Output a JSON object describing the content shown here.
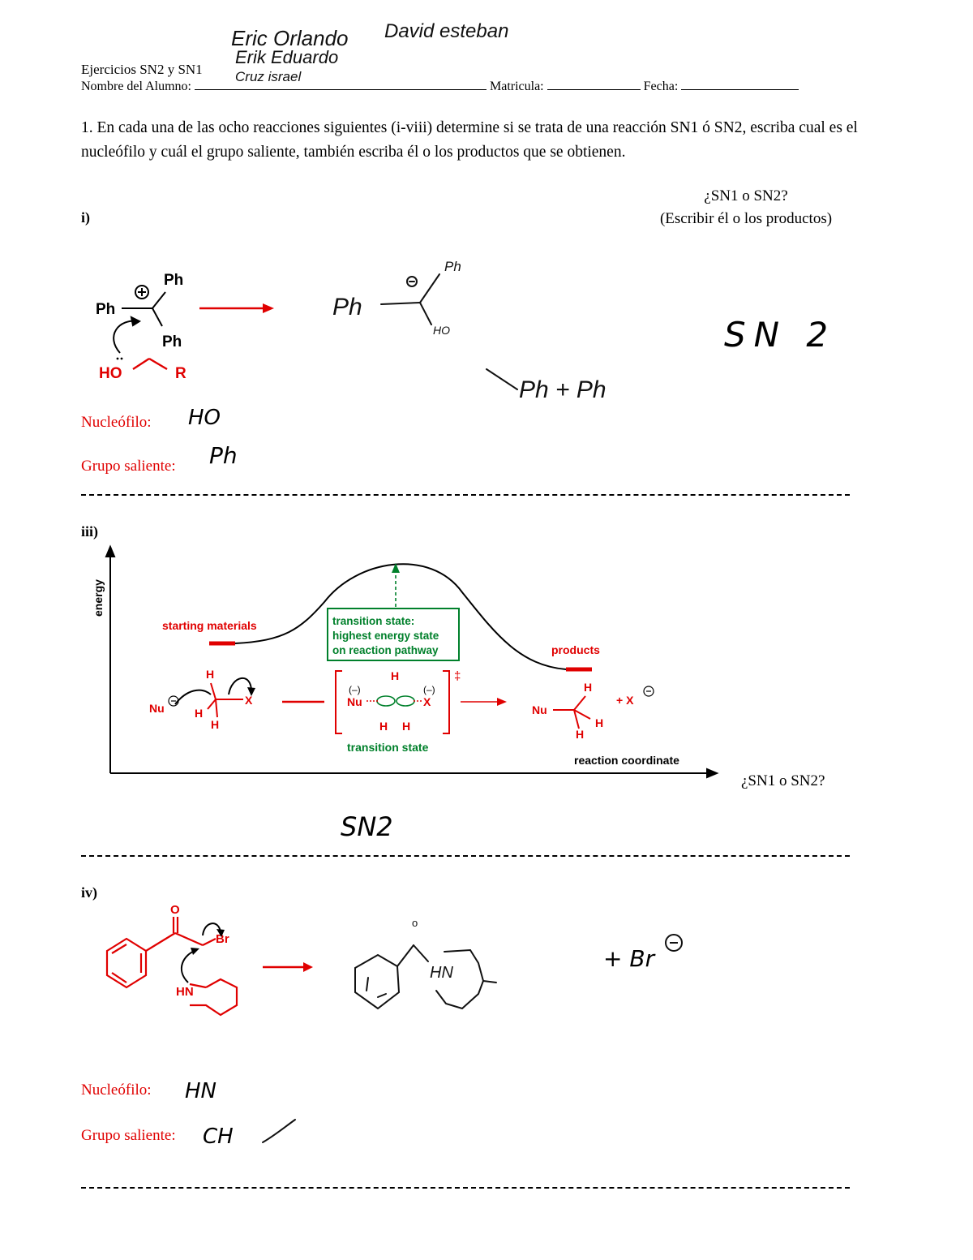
{
  "header": {
    "title": "Ejercicios SN2 y SN1",
    "name_label": "Nombre del Alumno:",
    "matricula_label": "Matricula:",
    "fecha_label": "Fecha:"
  },
  "handwritten_names": [
    "Eric Orlando",
    "David esteban",
    "Erik Eduardo",
    "Cruz israel"
  ],
  "question": {
    "text": "1. En cada una de las ocho reacciones siguientes (i-viii) determine si se trata de una reacción SN1 ó SN2, escriba cual es el nucleófilo y cuál el grupo saliente, también escriba él o los productos que se obtienen."
  },
  "section_i": {
    "label": "i)",
    "prompt_line1": "¿SN1 o SN2?",
    "prompt_line2": "(Escribir él o los productos)",
    "reactant": {
      "ph_top": "Ph",
      "ph_left": "Ph",
      "ph_bottom": "Ph",
      "ho": "HO",
      "r": "R"
    },
    "hw_product_ph": "Ph",
    "hw_product_ph2": "Ph",
    "hw_product_ho": "HO",
    "hw_answer": "SN 2",
    "hw_extra": "Ph + Ph",
    "nucleofilo_label": "Nucleófilo:",
    "nucleofilo_answer": "HO",
    "grupo_label": "Grupo saliente:",
    "grupo_answer": "Ph"
  },
  "section_iii": {
    "label": "iii)",
    "y_axis_label": "energy",
    "x_axis_label": "reaction coordinate",
    "starting_materials": "starting materials",
    "products": "products",
    "ts_box": [
      "transition state:",
      "highest energy state",
      "on reaction pathway"
    ],
    "ts_label": "transition state",
    "double_dagger": "‡",
    "nu": "Nu",
    "x": "X",
    "h": "H",
    "minus": "(–)",
    "plus_x": "+ X",
    "prompt": "¿SN1 o SN2?",
    "hw_answer": "SN2"
  },
  "section_iv": {
    "label": "iv)",
    "o": "O",
    "br": "Br",
    "hn": "HN",
    "hw_product_o": "o",
    "hw_product_hn": "HN",
    "hw_extra": "+ Br",
    "nucleofilo_label": "Nucleófilo:",
    "nucleofilo_answer": "HN",
    "grupo_label": "Grupo saliente:",
    "grupo_answer": "CH"
  },
  "colors": {
    "red": "#e00000",
    "green": "#00802b",
    "black": "#000000"
  }
}
